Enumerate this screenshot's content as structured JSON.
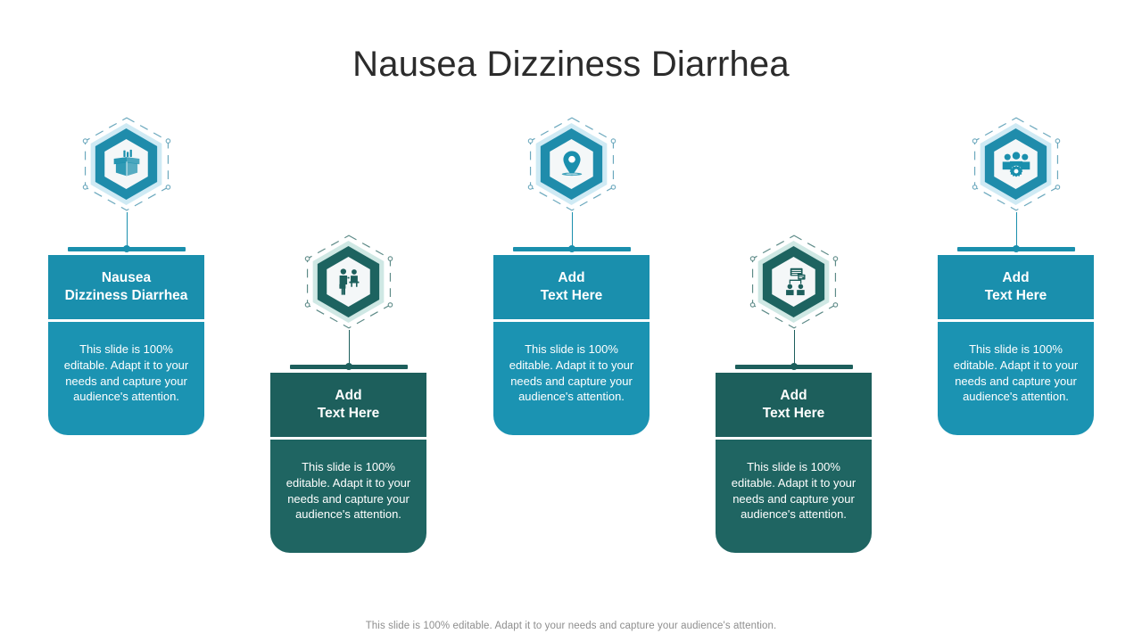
{
  "slide": {
    "title": "Nausea Dizziness Diarrhea",
    "footer": "This slide is 100% editable. Adapt it to your needs and capture your audience's attention.",
    "background": "#ffffff",
    "title_color": "#2b2b2b",
    "footer_color": "#8e8e8e"
  },
  "palette": {
    "cyan": "#1a8fad",
    "cyan_body": "#1b93b2",
    "cyan_ring": "#1f8cab",
    "cyan_glow": "#cfeaf4",
    "cyan_dash": "#6ba8bd",
    "teal": "#1d5f5c",
    "teal_body": "#1f6562",
    "teal_ring": "#1d6360",
    "teal_glow": "#cfe8e4",
    "teal_dash": "#5e8b88",
    "white": "#ffffff"
  },
  "columns": [
    {
      "id": "col-1",
      "variant": "cyan",
      "position": "top",
      "icon": "open-box-icon",
      "icon_label": "Open Box",
      "heading": "Nausea\nDizziness Diarrhea",
      "heading_lines": [
        "Nausea",
        "Dizziness Diarrhea"
      ],
      "body": "This slide is 100% editable. Adapt it to your needs and capture your audience's attention."
    },
    {
      "id": "col-2",
      "variant": "teal",
      "position": "bottom",
      "icon": "business-people-icon",
      "icon_label": "Business People",
      "heading": "Add\nText Here",
      "heading_lines": [
        "Add",
        "Text Here"
      ],
      "body": "This slide is 100% editable. Adapt it to your needs and capture your audience's attention."
    },
    {
      "id": "col-3",
      "variant": "cyan",
      "position": "top",
      "icon": "location-pin-icon",
      "icon_label": "Location Pin",
      "heading": "Add\nText Here",
      "heading_lines": [
        "Add",
        "Text Here"
      ],
      "body": "This slide is 100% editable. Adapt it to your needs and capture your audience's attention."
    },
    {
      "id": "col-4",
      "variant": "teal",
      "position": "bottom",
      "icon": "org-chart-icon",
      "icon_label": "Organization Chart",
      "heading": "Add\nText Here",
      "heading_lines": [
        "Add",
        "Text Here"
      ],
      "body": "This slide is 100% editable. Adapt it to your needs and capture your audience's attention."
    },
    {
      "id": "col-5",
      "variant": "cyan",
      "position": "top",
      "icon": "team-settings-icon",
      "icon_label": "Team Settings",
      "heading": "Add\nText Here",
      "heading_lines": [
        "Add",
        "Text Here"
      ],
      "body": "This slide is 100% editable. Adapt it to your needs and capture your audience's attention."
    }
  ]
}
